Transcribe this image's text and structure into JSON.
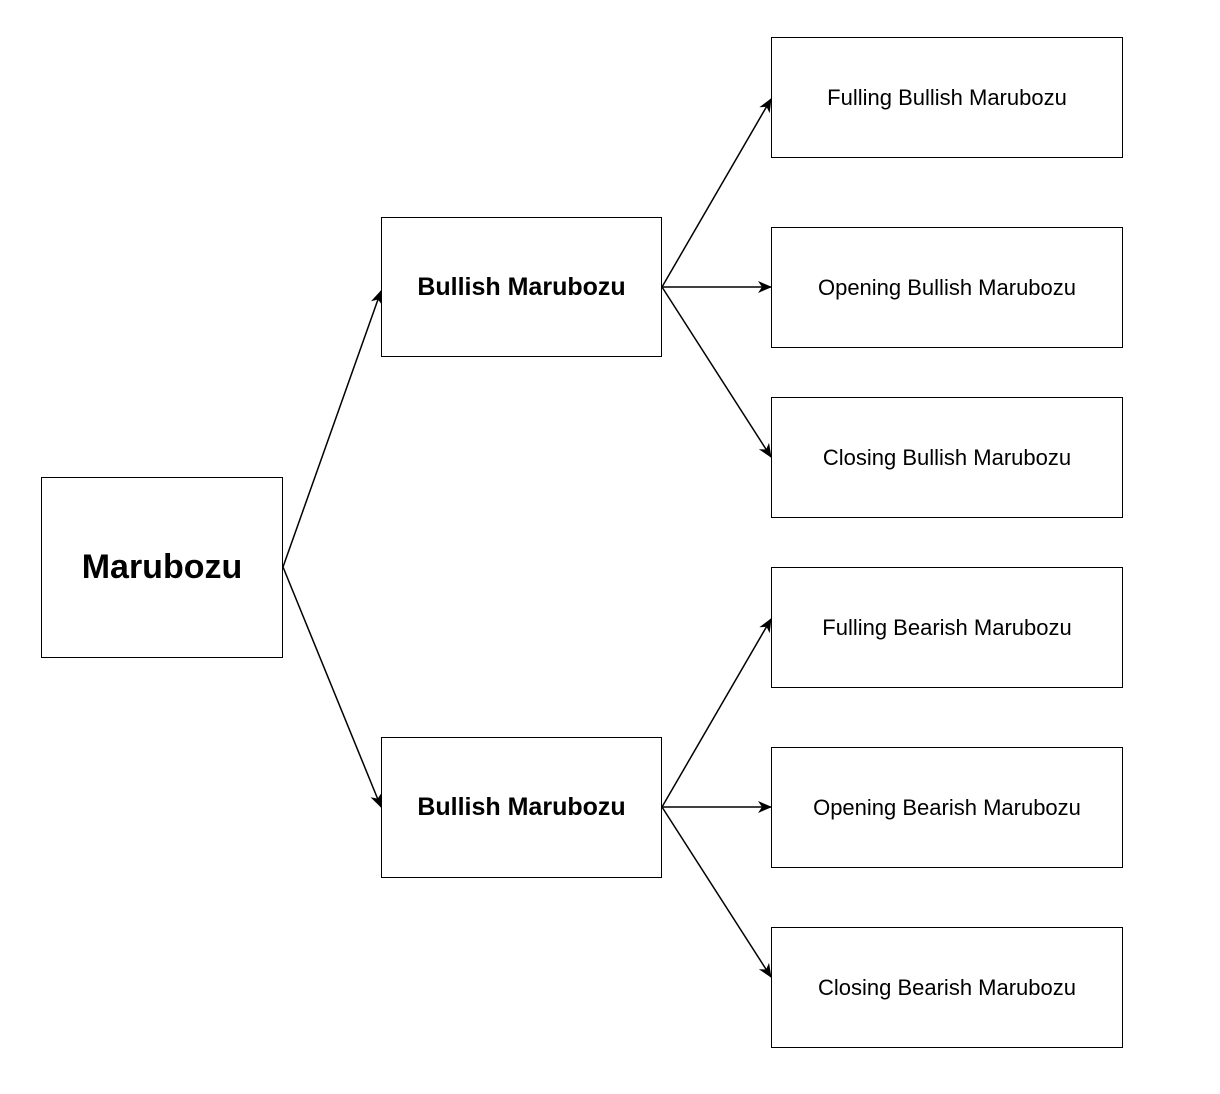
{
  "diagram": {
    "root": {
      "label": "Marubozu"
    },
    "branches": [
      {
        "label": "Bullish Marubozu",
        "children": [
          {
            "label": "Fulling Bullish Marubozu"
          },
          {
            "label": "Opening Bullish Marubozu"
          },
          {
            "label": "Closing Bullish Marubozu"
          }
        ]
      },
      {
        "label": "Bullish Marubozu",
        "children": [
          {
            "label": "Fulling Bearish Marubozu"
          },
          {
            "label": "Opening Bearish Marubozu"
          },
          {
            "label": "Closing Bearish Marubozu"
          }
        ]
      }
    ],
    "colors": {
      "line": "#000000",
      "box_border": "#000000",
      "background": "#ffffff"
    }
  }
}
